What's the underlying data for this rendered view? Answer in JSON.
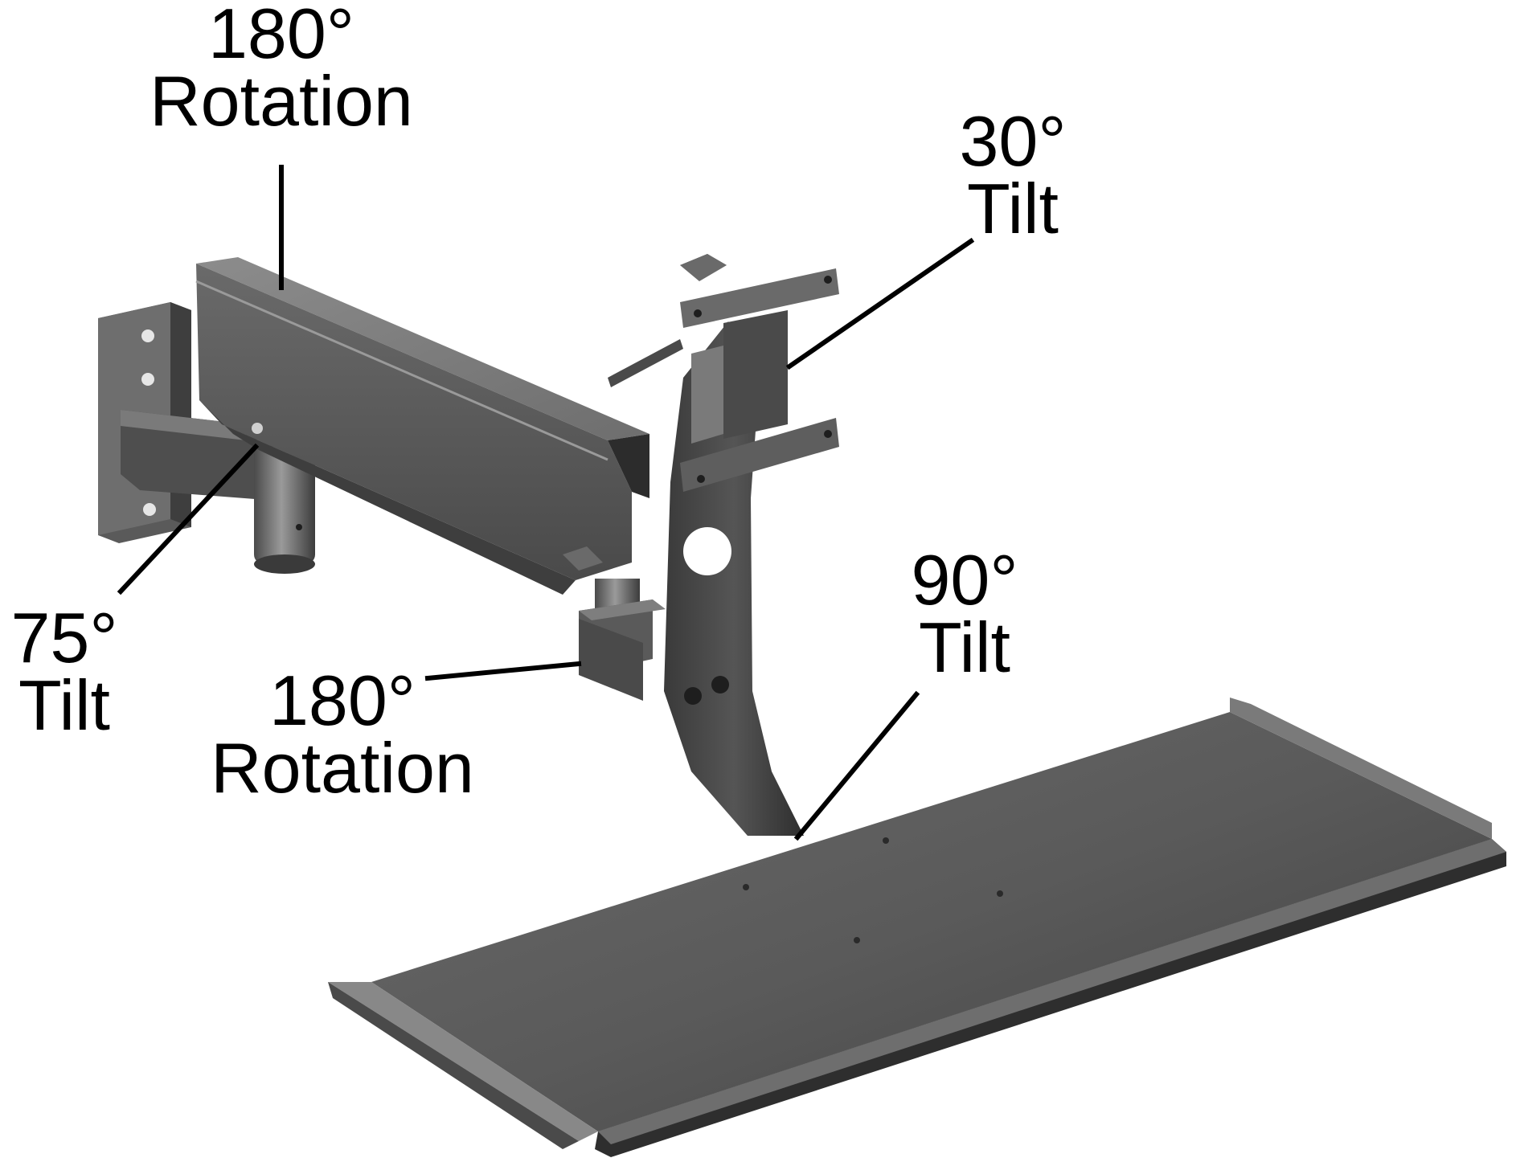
{
  "callouts": [
    {
      "id": "top-rotation",
      "angle": "180°",
      "motion": "Rotation"
    },
    {
      "id": "monitor-tilt",
      "angle": "30°",
      "motion": "Tilt"
    },
    {
      "id": "wall-tilt",
      "angle": "75°",
      "motion": "Tilt"
    },
    {
      "id": "lower-rotation",
      "angle": "180°",
      "motion": "Rotation"
    },
    {
      "id": "tray-tilt",
      "angle": "90°",
      "motion": "Tilt"
    }
  ],
  "colors": {
    "background": "#ffffff",
    "metal_dark": "#3a3a3a",
    "metal_mid": "#5e5e5e",
    "metal_light": "#8a8a8a",
    "leader_line": "#000000",
    "text": "#000000"
  }
}
